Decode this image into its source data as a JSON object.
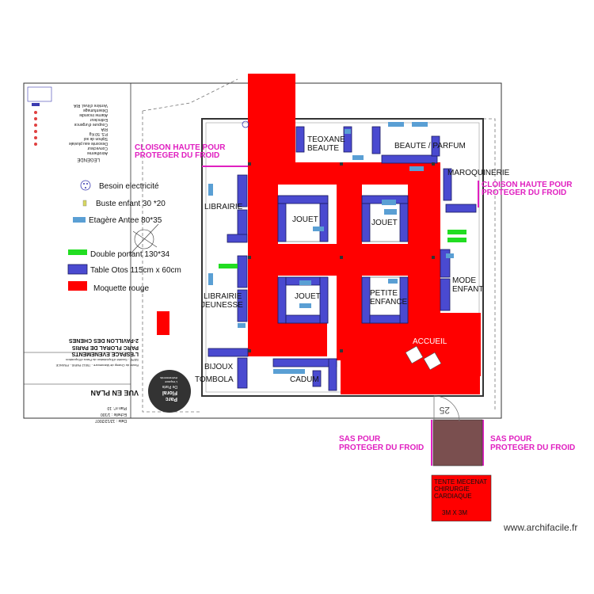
{
  "plan": {
    "title_block": {
      "line1": "2-PAVILLON DES CHENES",
      "line2": "PARC FLORAL DE PARIS",
      "line3": "L'ESPACE EVENEMENTS",
      "line4": "SEPE - Société d'Exploitation du Parcs d'Exposition",
      "line5": "Route du Champ de Manoeuvre - 75012 PARIS - FRANCE",
      "view": "VUE EN PLAN",
      "plan_no": "Plan n°: 10",
      "scale": "Echelle : 1/100",
      "date": "Date : 12/12/2007",
      "logo_line1": "Parc",
      "logo_line2": "Floral",
      "logo_line3": "De Paris",
      "logo_line4": "L'espace",
      "logo_line5": "évènements"
    },
    "legend_top": {
      "title": "LEGENDE",
      "items": [
        "Aérotherme",
        "Convecteur",
        "Descente eau pluviale",
        "Siphon de sol",
        "P.S. 50 Kg",
        "RIA",
        "Coupure d'urgence",
        "Extincteur",
        "Alarme incendie",
        "Désenfumage",
        "Verrière d'éval. RIA"
      ]
    },
    "legend": {
      "electric": "Besoin electricité",
      "bust": "Buste enfant 30 *20",
      "shelf": "Etagère Antee 80*35",
      "rack": "Double portant 130*34",
      "table": "Table Otos 115cm x 60cm",
      "carpet": "Moquette rouge"
    },
    "zones": {
      "teoxane": "TEOXANE",
      "beaute1": "BEAUTE",
      "beaute_parfum": "BEAUTE / PARFUM",
      "maroquinerie": "MAROQUINERIE",
      "librairie": "LIBRAIRIE",
      "jouet1": "JOUET",
      "jouet2": "JOUET",
      "jouet3": "JOUET",
      "petite": "PETITE",
      "enfance": "ENFANCE",
      "mode": "MODE",
      "enfant": "ENFANT",
      "librairie2": "LIBRAIRIE",
      "jeunesse": "JEUNESSE",
      "accueil": "ACCUEIL",
      "bijoux": "BIJOUX",
      "tombola": "TOMBOLA",
      "cadum": "CADUM"
    },
    "notes": {
      "cloison_left_1": "CLOISON HAUTE POUR",
      "cloison_left_2": "PROTEGER DU FROID",
      "cloison_right_1": "CLOISON HAUTE POUR",
      "cloison_right_2": "PROTEGER DU FROID",
      "sas_left_1": "SAS POUR",
      "sas_left_2": "PROTEGER DU FROID",
      "sas_right_1": "SAS POUR",
      "sas_right_2": "PROTEGER DU FROID",
      "tente_1": "TENTE MECENAT",
      "tente_2": "CHIRURGIE",
      "tente_3": "CARDIAQUE",
      "tente_size": "3M X 3M",
      "door_number": "25",
      "watermark": "www.archifacile.fr"
    },
    "colors": {
      "carpet": "#ff0000",
      "table_fill": "#4a4ad0",
      "shelf": "#5a9fd4",
      "rack": "#22dd22",
      "annotation": "#e020c0",
      "sas": "#7a4f4f"
    }
  }
}
